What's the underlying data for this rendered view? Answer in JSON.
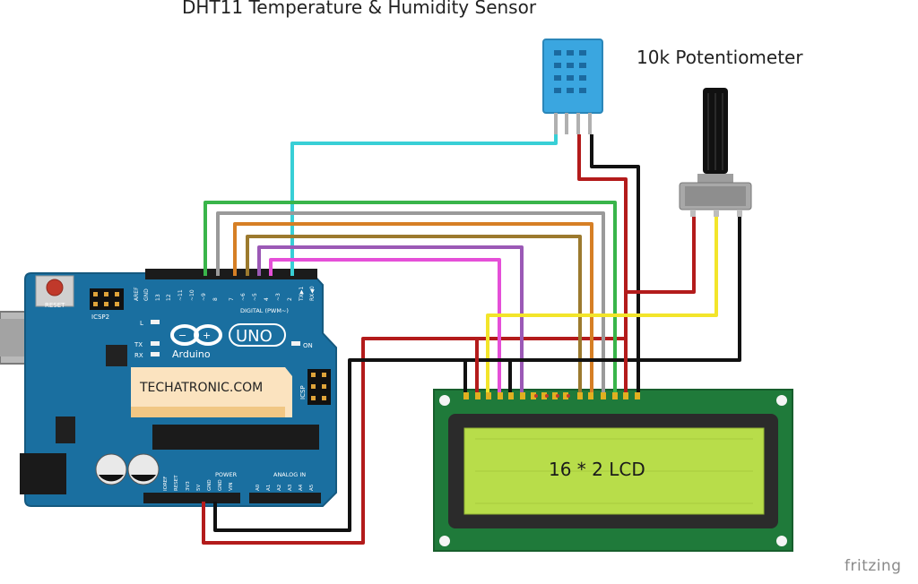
{
  "captions": {
    "dht_title": "DHT11 Temperature & Humidity Sensor",
    "pot_title": "10k Potentiometer",
    "watermark": "fritzing"
  },
  "arduino": {
    "brand_label": "TECHATRONIC.COM",
    "uno": "UNO",
    "arduino": "Arduino",
    "reset": "RESET",
    "icsp2": "ICSP2",
    "icsp": "ICSP",
    "digital": "DIGITAL (PWM~)",
    "power": "POWER",
    "analog_in": "ANALOG IN",
    "on": "ON",
    "l": "L",
    "tx": "TX",
    "rx": "RX",
    "digital_pins": [
      "AREF",
      "GND",
      "13",
      "12",
      "~11",
      "~10",
      "~9",
      "8",
      "7",
      "~6",
      "~5",
      "4",
      "~3",
      "2",
      "TX▶1",
      "RX◀0"
    ],
    "power_pins": [
      "IOREF",
      "RESET",
      "3V3",
      "5V",
      "GND",
      "GND",
      "VIN"
    ],
    "analog_pins": [
      "A0",
      "A1",
      "A2",
      "A3",
      "A4",
      "A5"
    ]
  },
  "lcd": {
    "label": "16 * 2 LCD"
  },
  "colors": {
    "board": "#1a6fa0",
    "lcd_pcb": "#1f7a3a",
    "lcd_screen": "#b8dd4a",
    "wire_cyan": "#38cfd6",
    "wire_green": "#39b54a",
    "wire_gray": "#9a9a9a",
    "wire_orange": "#d67f25",
    "wire_brown": "#9c7a2e",
    "wire_purple": "#9b59b6",
    "wire_magenta": "#e54fd8",
    "wire_red": "#b31b1b",
    "wire_black": "#111111",
    "wire_yellow": "#f3e52a"
  }
}
